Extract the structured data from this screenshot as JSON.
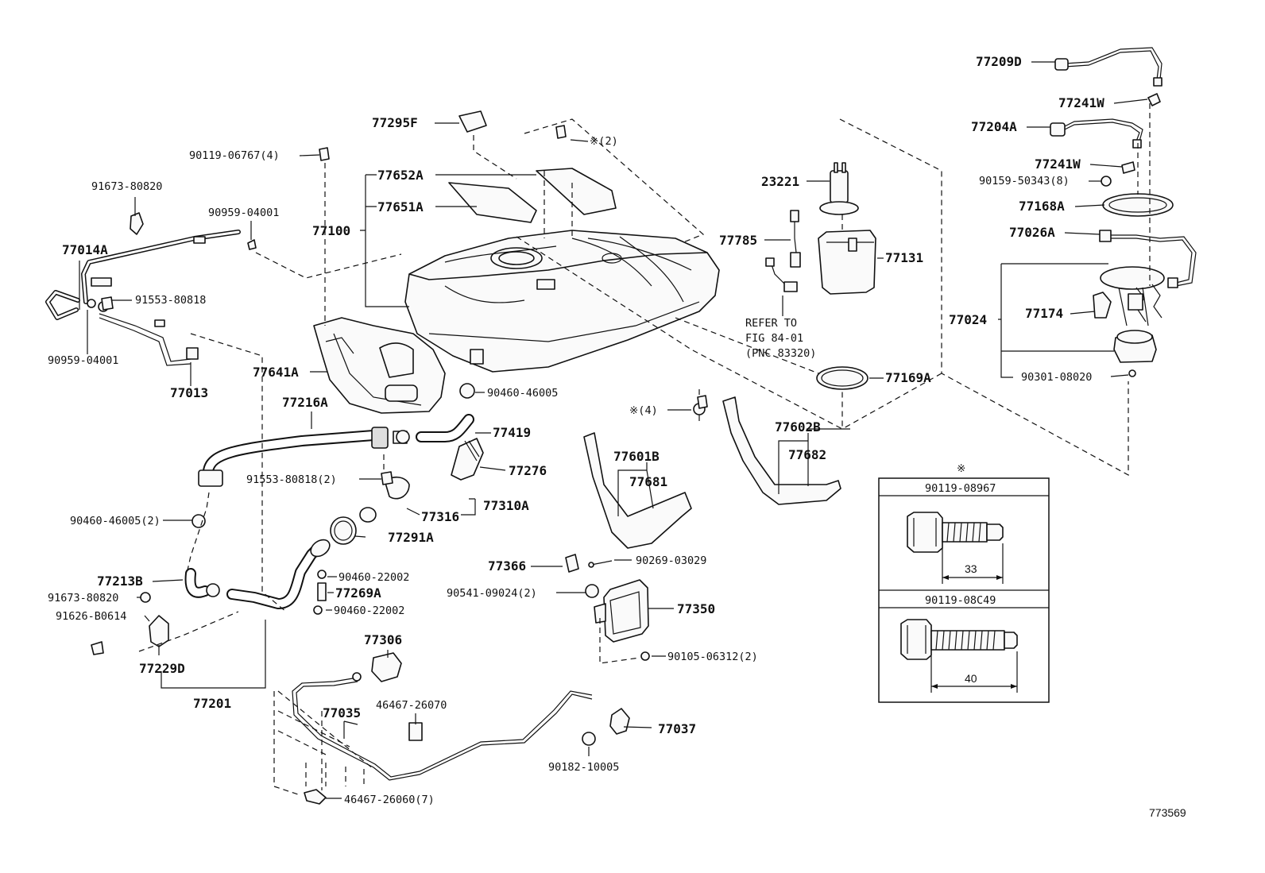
{
  "diagram_id": "773569",
  "labels": {
    "p77209D": "77209D",
    "p77241W_a": "77241W",
    "p77204A": "77204A",
    "p77241W_b": "77241W",
    "p90159": "90159-50343(8)",
    "p77168A": "77168A",
    "p77026A": "77026A",
    "p77024": "77024",
    "p77174": "77174",
    "p90301": "90301-08020",
    "p77295F": "77295F",
    "pBolt2": "※(2)",
    "p90119_4": "90119-06767(4)",
    "p77652A": "77652A",
    "p77651A": "77651A",
    "p77100": "77100",
    "p23221": "23221",
    "p77785": "77785",
    "p77131": "77131",
    "pRefer1": "REFER TO",
    "pRefer2": "FIG 84-01",
    "pRefer3": "(PNC 83320)",
    "p77169A": "77169A",
    "p91673_a": "91673-80820",
    "p90959_a": "90959-04001",
    "p77014A": "77014A",
    "p91553_a": "91553-80818",
    "p90959_b": "90959-04001",
    "p77013": "77013",
    "p77641A": "77641A",
    "p90460_46005": "90460-46005",
    "p77216A": "77216A",
    "p77419": "77419",
    "p77276": "77276",
    "pBolt4": "※(4)",
    "p77602B": "77602B",
    "p77682": "77682",
    "p77601B": "77601B",
    "p77681": "77681",
    "p91553_b": "91553-80818(2)",
    "p77316": "77316",
    "p77310A": "77310A",
    "p90460_46005_2": "90460-46005(2)",
    "p77291A": "77291A",
    "p77366": "77366",
    "p90269": "90269-03029",
    "p77213B": "77213B",
    "p90460_22002_a": "90460-22002",
    "p91673_b": "91673-80820",
    "p77269A": "77269A",
    "p90541": "90541-09024(2)",
    "p91626": "91626-B0614",
    "p90460_22002_b": "90460-22002",
    "p77350": "77350",
    "p77306": "77306",
    "p77229D": "77229D",
    "p90105": "90105-06312(2)",
    "p77201": "77201",
    "p77035": "77035",
    "p46467_26070": "46467-26070",
    "p77037": "77037",
    "p90182": "90182-10005",
    "p46467_26060": "46467-26060(7)"
  },
  "inset": {
    "mark": "※",
    "bolt1_part": "90119-08967",
    "bolt1_length": "33",
    "bolt2_part": "90119-08C49",
    "bolt2_length": "40"
  }
}
